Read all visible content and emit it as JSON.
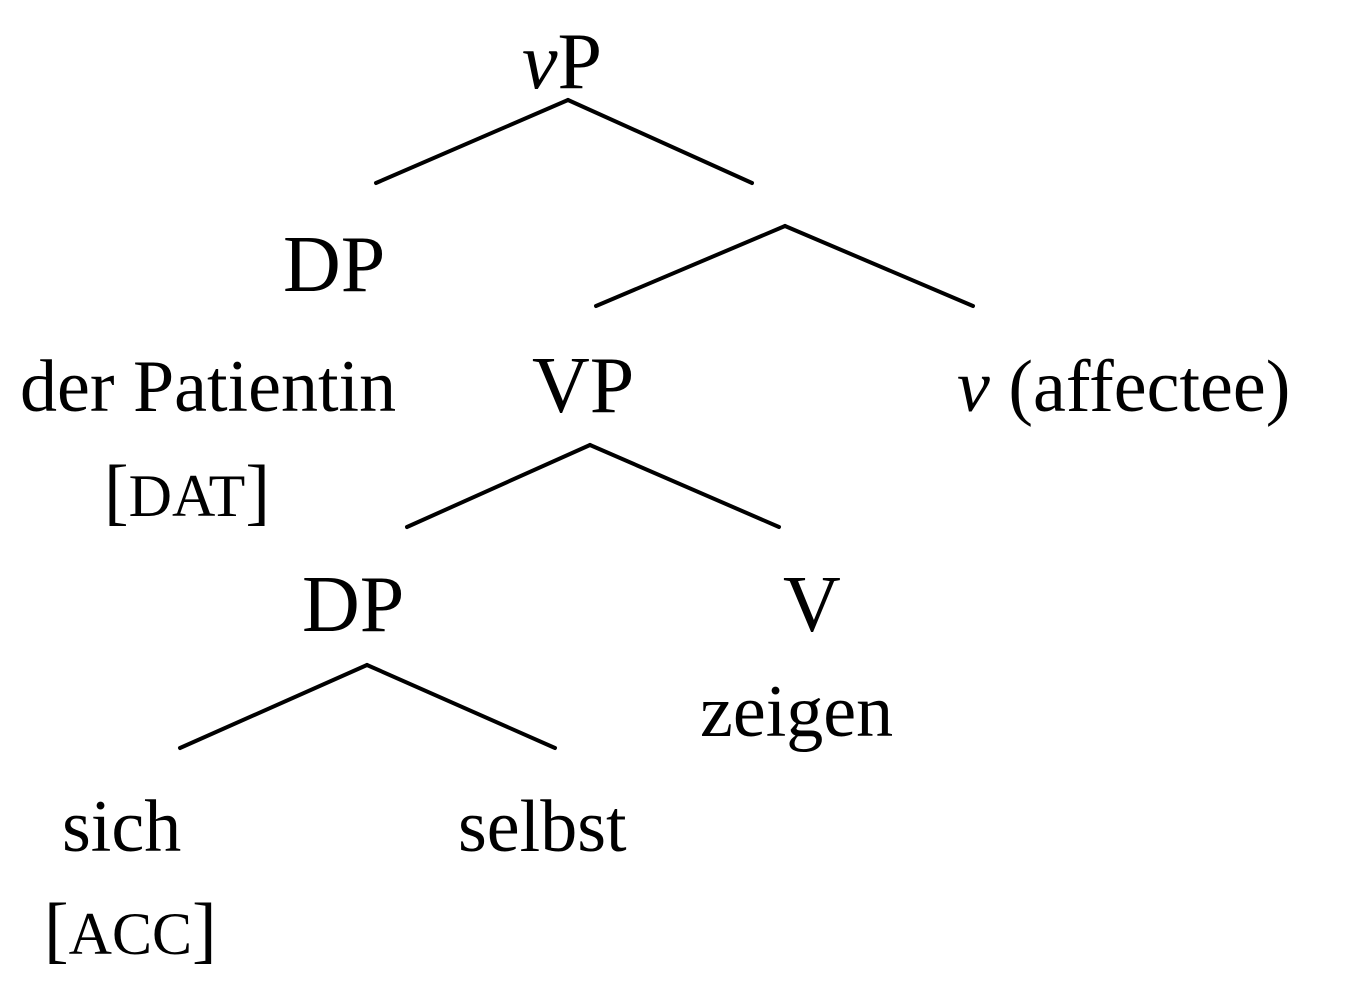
{
  "tree": {
    "root": {
      "italic_prefix": "v",
      "label": "P"
    },
    "spec_dp": {
      "label": "DP",
      "word": "der Patientin",
      "case_open": "[",
      "case": "DAT",
      "case_close": "]"
    },
    "vp": {
      "label": "VP"
    },
    "little_v": {
      "italic_prefix": "v",
      "label": "(affectee)"
    },
    "obj_dp": {
      "label": "DP"
    },
    "v_head": {
      "label": "V",
      "word": "zeigen"
    },
    "sich": {
      "word": "sich",
      "case_open": "[",
      "case": "ACC",
      "case_close": "]"
    },
    "selbst": {
      "word": "selbst"
    }
  }
}
